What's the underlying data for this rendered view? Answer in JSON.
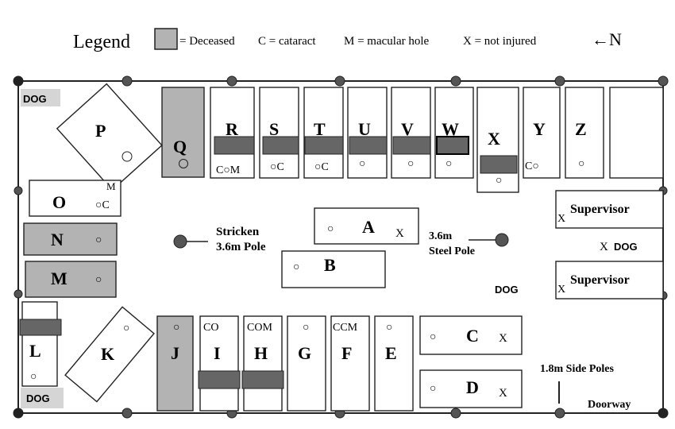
{
  "legend": {
    "title": "Legend",
    "deceased": "= Deceased",
    "cataract": "C = cataract",
    "macular": "M = macular hole",
    "notinjured": "X = not injured",
    "north": "←N"
  },
  "colors": {
    "deceased_fill": "#b3b3b3",
    "band": "#666666",
    "dog_bg": "#d5d5d5",
    "line": "#222222"
  },
  "labels": {
    "stricken_line1": "Stricken",
    "stricken_line2": "3.6m Pole",
    "steel_line1": "3.6m",
    "steel_line2": "Steel Pole",
    "side_poles": "1.8m Side Poles",
    "doorway": "Doorway",
    "supervisor": "Supervisor",
    "dog": "DOG",
    "x": "X"
  },
  "stalls": {
    "P": {
      "letter": "P",
      "marks": "○"
    },
    "Q": {
      "letter": "Q",
      "marks": "○"
    },
    "R": {
      "letter": "R",
      "marks": "C○M"
    },
    "S": {
      "letter": "S",
      "marks": "○C"
    },
    "T": {
      "letter": "T",
      "marks": "○C"
    },
    "U": {
      "letter": "U",
      "marks": "○"
    },
    "V": {
      "letter": "V",
      "marks": "○"
    },
    "W": {
      "letter": "W",
      "marks": "○"
    },
    "X": {
      "letter": "X",
      "marks": "○"
    },
    "Y": {
      "letter": "Y",
      "marks": "C○"
    },
    "Z": {
      "letter": "Z",
      "marks": "○"
    },
    "O": {
      "letter": "O",
      "marks": "○C",
      "extra": "M"
    },
    "N": {
      "letter": "N",
      "marks": "○"
    },
    "M": {
      "letter": "M",
      "marks": "○"
    },
    "A": {
      "letter": "A",
      "marks": "○",
      "extra": "X"
    },
    "B": {
      "letter": "B",
      "marks": "○"
    },
    "L": {
      "letter": "L",
      "marks": "○"
    },
    "K": {
      "letter": "K",
      "marks": "○"
    },
    "J": {
      "letter": "J",
      "marks": "○"
    },
    "I": {
      "letter": "I",
      "marks": "CO"
    },
    "H": {
      "letter": "H",
      "marks": "COM"
    },
    "G": {
      "letter": "G",
      "marks": "○"
    },
    "F": {
      "letter": "F",
      "marks": "CCM"
    },
    "E": {
      "letter": "E",
      "marks": "○"
    },
    "C": {
      "letter": "C",
      "marks": "○",
      "extra": "X"
    },
    "D": {
      "letter": "D",
      "marks": "○",
      "extra": "X"
    }
  }
}
